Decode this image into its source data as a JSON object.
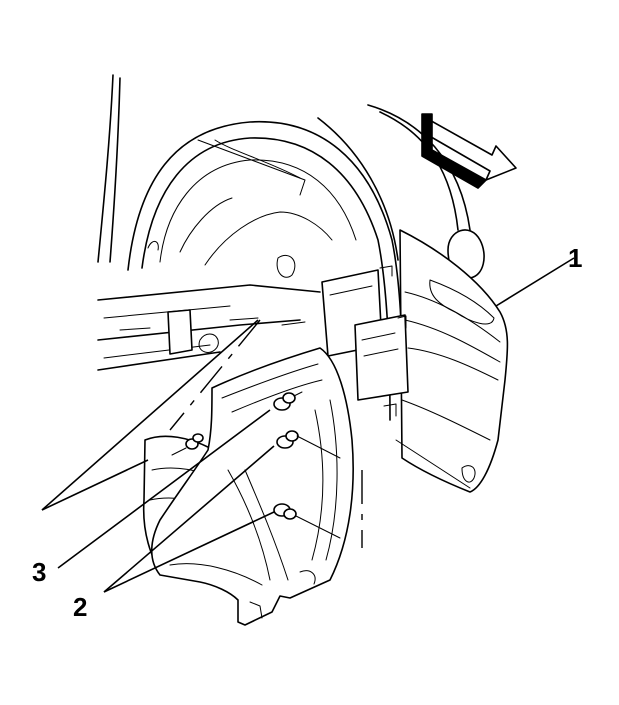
{
  "callouts": {
    "one": "1",
    "two": "2",
    "three": "3"
  },
  "icons": {
    "direction": "direction-arrow-icon",
    "fastener": "push-pin-retainer-icon"
  },
  "colors": {
    "line": "#000000",
    "background": "#ffffff"
  }
}
